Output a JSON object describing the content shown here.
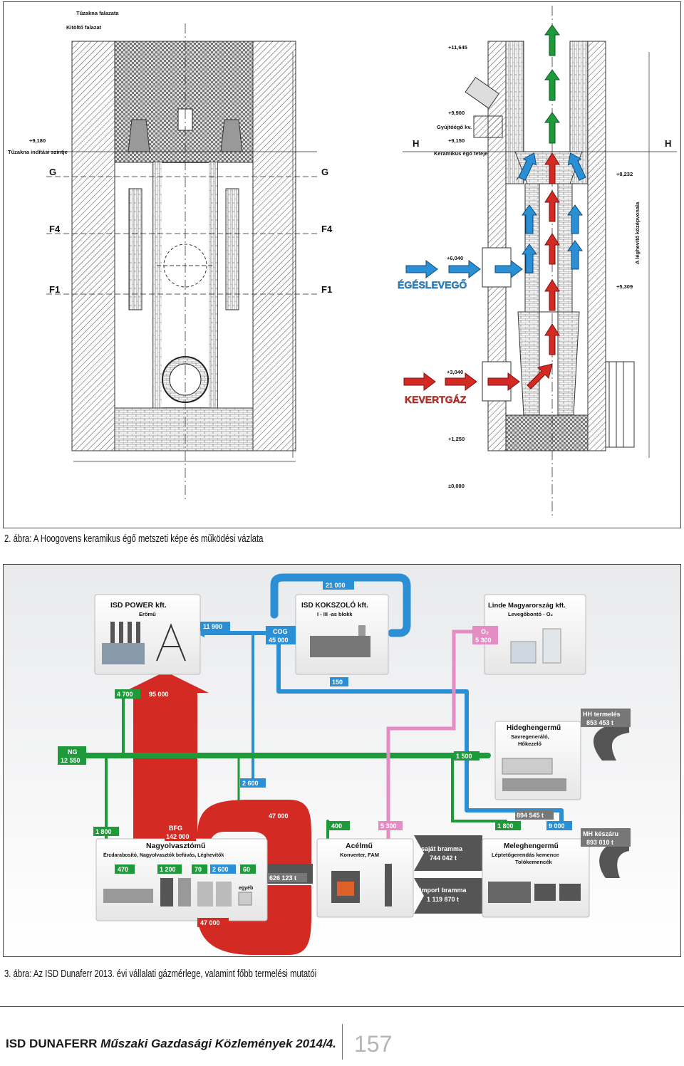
{
  "figure1": {
    "caption": "2. ábra: A Hoogovens keramikus égő metszeti képe és működési vázlata",
    "labels": {
      "tuzakna_falazata": "Tűzakna falazata",
      "kitolto_falazat": "Kitöltő falazat",
      "tuzakna_inditasi_szintje": "Tűzakna indítási szintje",
      "lvl_9180": "+9,180",
      "sec_g": "G",
      "sec_f4": "F4",
      "sec_f1": "F1",
      "sec_h": "H",
      "lvl_11645": "+11,645",
      "lvl_9900": "+9,900",
      "gyujtoego": "Gyújtóégő kv.",
      "lvl_9150": "+9,150",
      "keramikus_ego_teteje": "Keramikus égő teteje",
      "lvl_8232": "+8,232",
      "legheviito": "A léghevítő középvonala",
      "lvl_6040": "+6,040",
      "lvl_5309": "+5,309",
      "egeslevego": "ÉGÉSLEVEGŐ",
      "lvl_3040": "+3,040",
      "kevertgaz": "KEVERTGÁZ",
      "lvl_1250": "+1,250",
      "lvl_0000": "±0,000"
    }
  },
  "figure2": {
    "caption": "3. ábra: Az ISD Dunaferr 2013. évi vállalati gázmérlege, valamint főbb termelési mutatói",
    "boxes": {
      "power_title": "ISD POWER kft.",
      "power_sub": "Erőmű",
      "koksz_title": "ISD KOKSZOLÓ kft.",
      "koksz_sub": "I - III -as blokk",
      "linde_title": "Linde Magyarország kft.",
      "linde_sub": "Levegőbontó - O₂",
      "hideg_title": "Hideghengermű",
      "hideg_sub1": "Savregeneráló,",
      "hideg_sub2": "Hőkezelő",
      "nagy_title": "Nagyolvasztómű",
      "nagy_sub": "Ércdarabosító, Nagyolvasztók befúvás, Léghevítők",
      "acel_title": "Acélmű",
      "acel_sub": "Konverter, FAM",
      "meleg_title": "Meleghengermű",
      "meleg_sub1": "Léptetőgerendás kemence",
      "meleg_sub2": "Tolókemencék",
      "egyeb": "egyéb"
    },
    "flows": {
      "v21000": "21 000",
      "v11900": "11 900",
      "cog": "COG",
      "v45000": "45 000",
      "o2": "O₂",
      "v5300": "5 300",
      "v150": "150",
      "v4700": "4 700",
      "v95000": "95 000",
      "ng": "NG",
      "v12550": "12 550",
      "v1500": "1 500",
      "v2600": "2 600",
      "v47000a": "47 000",
      "bfg": "BFG",
      "v142000": "142 000",
      "v1800a": "1 800",
      "v470": "470",
      "v1200": "1 200",
      "v70": "70",
      "v2600b": "2 600",
      "v60": "60",
      "v400": "400",
      "v5300b": "5 300",
      "v1800b": "1 800",
      "v9000": "9 000",
      "v47000b": "47 000"
    },
    "production": {
      "hh_label": "HH termelés",
      "hh_value": "853 453 t",
      "v894545": "894 545 t",
      "mh_label": "MH készáru",
      "mh_value": "893 010 t",
      "v626123": "626 123 t",
      "sajat_label": "saját bramma",
      "sajat_value": "744 042 t",
      "import_label": "import bramma",
      "import_value": "1 119 870 t"
    }
  },
  "footer": {
    "title_bold": "ISD DUNAFERR ",
    "title_italic": "Műszaki Gazdasági Közlemények 2014/4.",
    "page": "157"
  },
  "colors": {
    "red": "#d42a24",
    "blue": "#2a8fd4",
    "green": "#1e9a3a",
    "pink": "#e58cc4",
    "gray": "#777777"
  }
}
